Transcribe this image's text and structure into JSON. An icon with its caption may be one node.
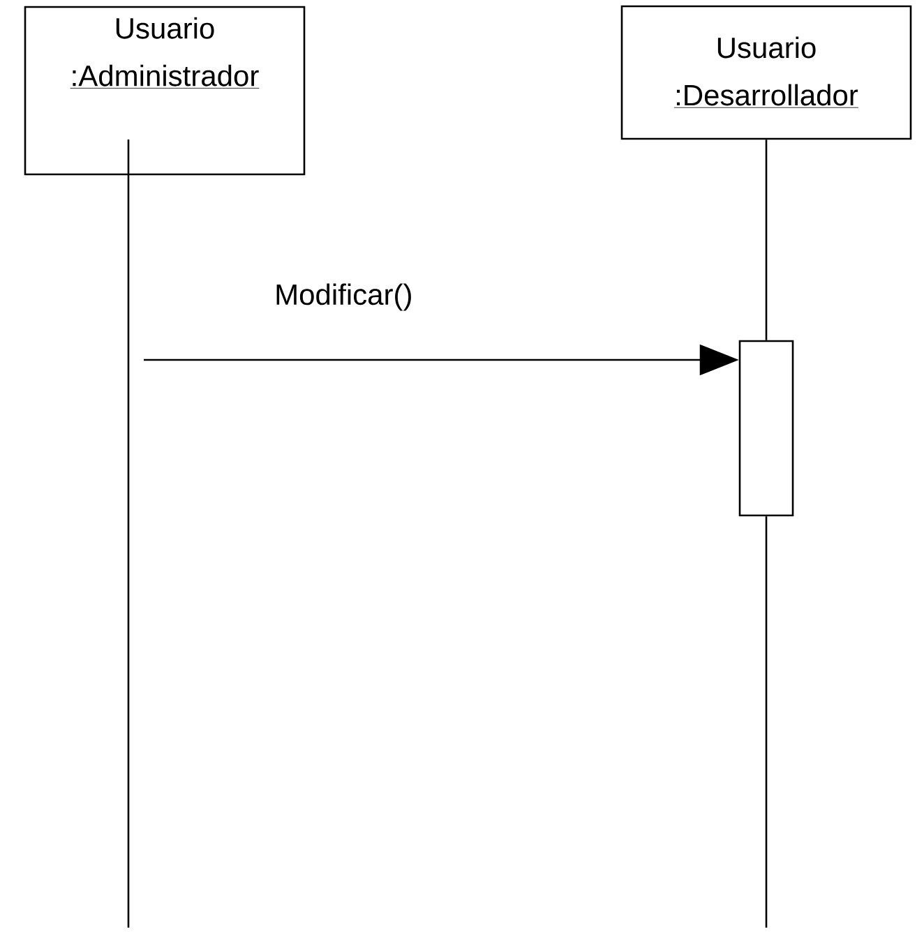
{
  "diagram": {
    "nodes": [
      {
        "text": [
          "Usuario",
          ":Administrador"
        ]
      },
      {
        "text": [
          "Usuario",
          ":Desarrollador"
        ]
      },
      {
        "text": [],
        "shape": "box"
      }
    ],
    "edges": [
      {
        "from": 0,
        "to": null,
        "arrow": "none"
      },
      {
        "from": 1,
        "to": 2,
        "arrow": "none"
      },
      {
        "from": 2,
        "to": null,
        "arrow": "none"
      },
      {
        "from": null,
        "to": 2,
        "arrow": "to",
        "label": "Modificar()"
      }
    ]
  }
}
